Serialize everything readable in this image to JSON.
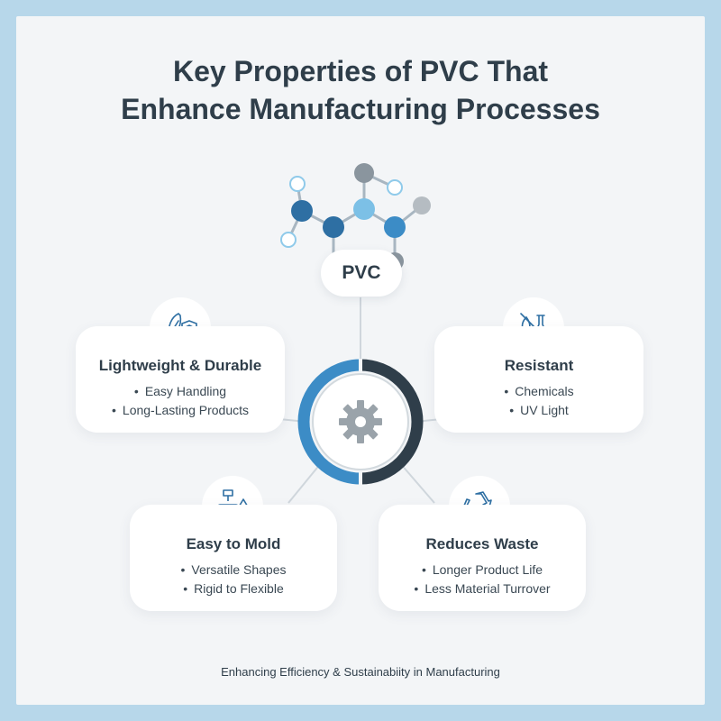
{
  "title": {
    "line1": "Key Properties of PVC That",
    "line2": "Enhance Manufacturing Processes"
  },
  "center": {
    "label": "PVC",
    "hub_icon": "gear-icon"
  },
  "colors": {
    "dark_blue": "#2e6fa3",
    "light_blue": "#6fb4dd",
    "mid_blue": "#3c8cc6",
    "gray": "#8a959e",
    "navy": "#2f3e4a",
    "background_border": "#b7d7ea"
  },
  "properties": [
    {
      "title": "Lightweight & Durable",
      "icon": "feather-shield-icon",
      "bullets": [
        "Easy Handling",
        "Long-Lasting Products"
      ]
    },
    {
      "title": "Resistant",
      "icon": "flask-chemical-icon",
      "bullets": [
        "Chemicals",
        "UV Light"
      ]
    },
    {
      "title": "Easy to Mold",
      "icon": "molding-machine-icon",
      "bullets": [
        "Versatile Shapes",
        "Rigid to Flexible"
      ]
    },
    {
      "title": "Reduces Waste",
      "icon": "recycle-icon",
      "bullets": [
        "Longer Product Life",
        "Less Material Turrover"
      ]
    }
  ],
  "footer": "Enhancing Efficiency & Sustainabiity in Manufacturing"
}
